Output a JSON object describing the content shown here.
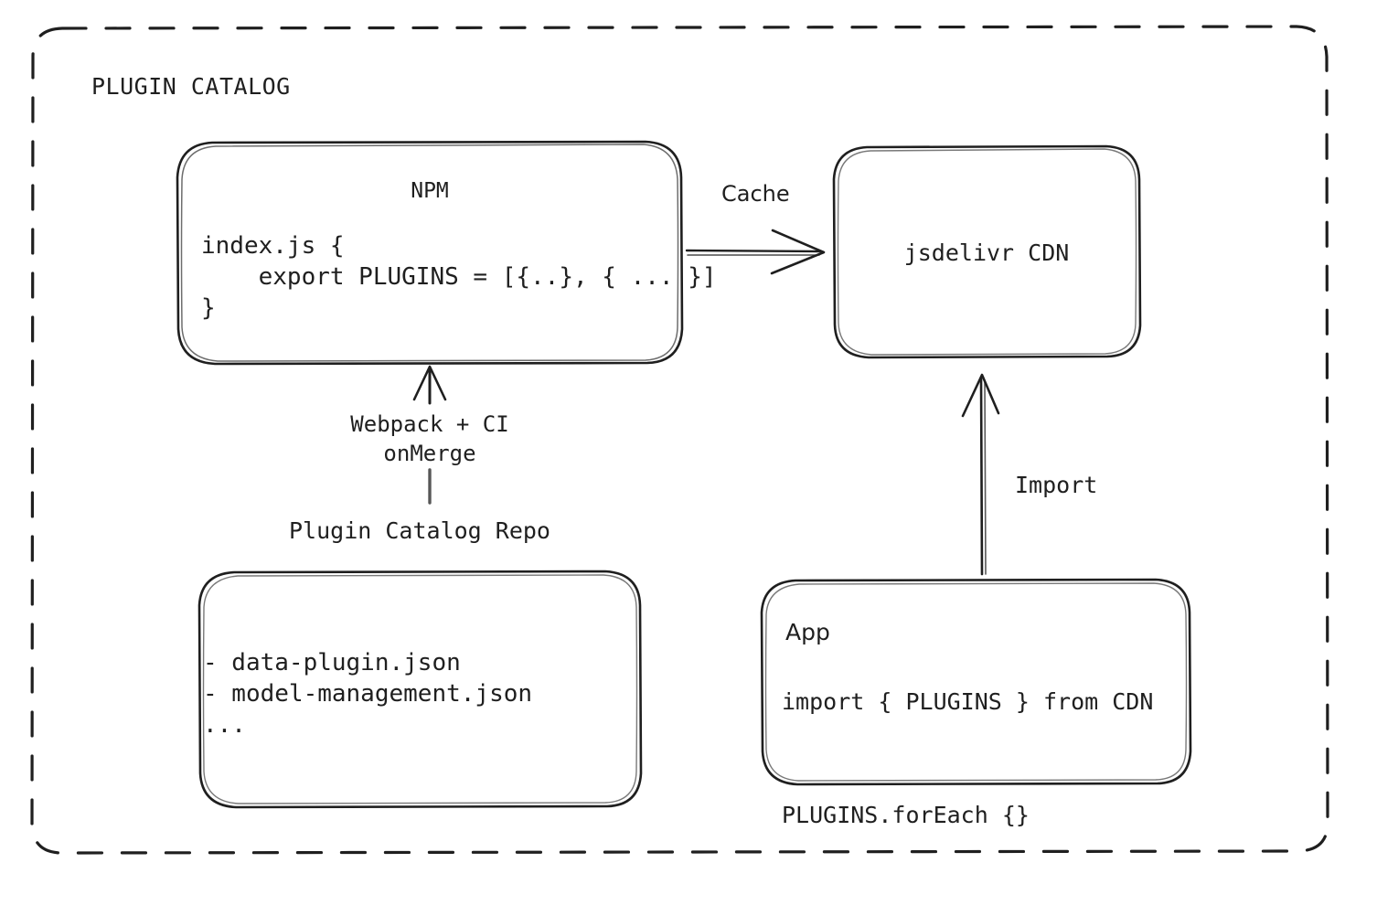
{
  "diagram": {
    "title": "PLUGIN CATALOG",
    "background_color": "#ffffff",
    "stroke_color": "#1f1f1f",
    "nodes": {
      "npm": {
        "name": "NPM",
        "code_lines": "index.js {\n    export PLUGINS = [{..}, { ... }]\n}"
      },
      "cdn": {
        "name": "jsdelivr CDN"
      },
      "repo": {
        "caption": "Plugin Catalog Repo",
        "files": "- data-plugin.json\n- model-management.json\n..."
      },
      "app": {
        "name": "App",
        "code_lines": "import { PLUGINS } from CDN\n\nPLUGINS.forEach {}"
      }
    },
    "edges": {
      "cache": {
        "label": "Cache",
        "from": "NPM",
        "to": "jsdelivr CDN"
      },
      "build": {
        "label": "Webpack + CI\nonMerge",
        "from": "Plugin Catalog Repo",
        "to": "NPM"
      },
      "import": {
        "label": "Import",
        "from": "App",
        "to": "jsdelivr CDN"
      }
    }
  }
}
